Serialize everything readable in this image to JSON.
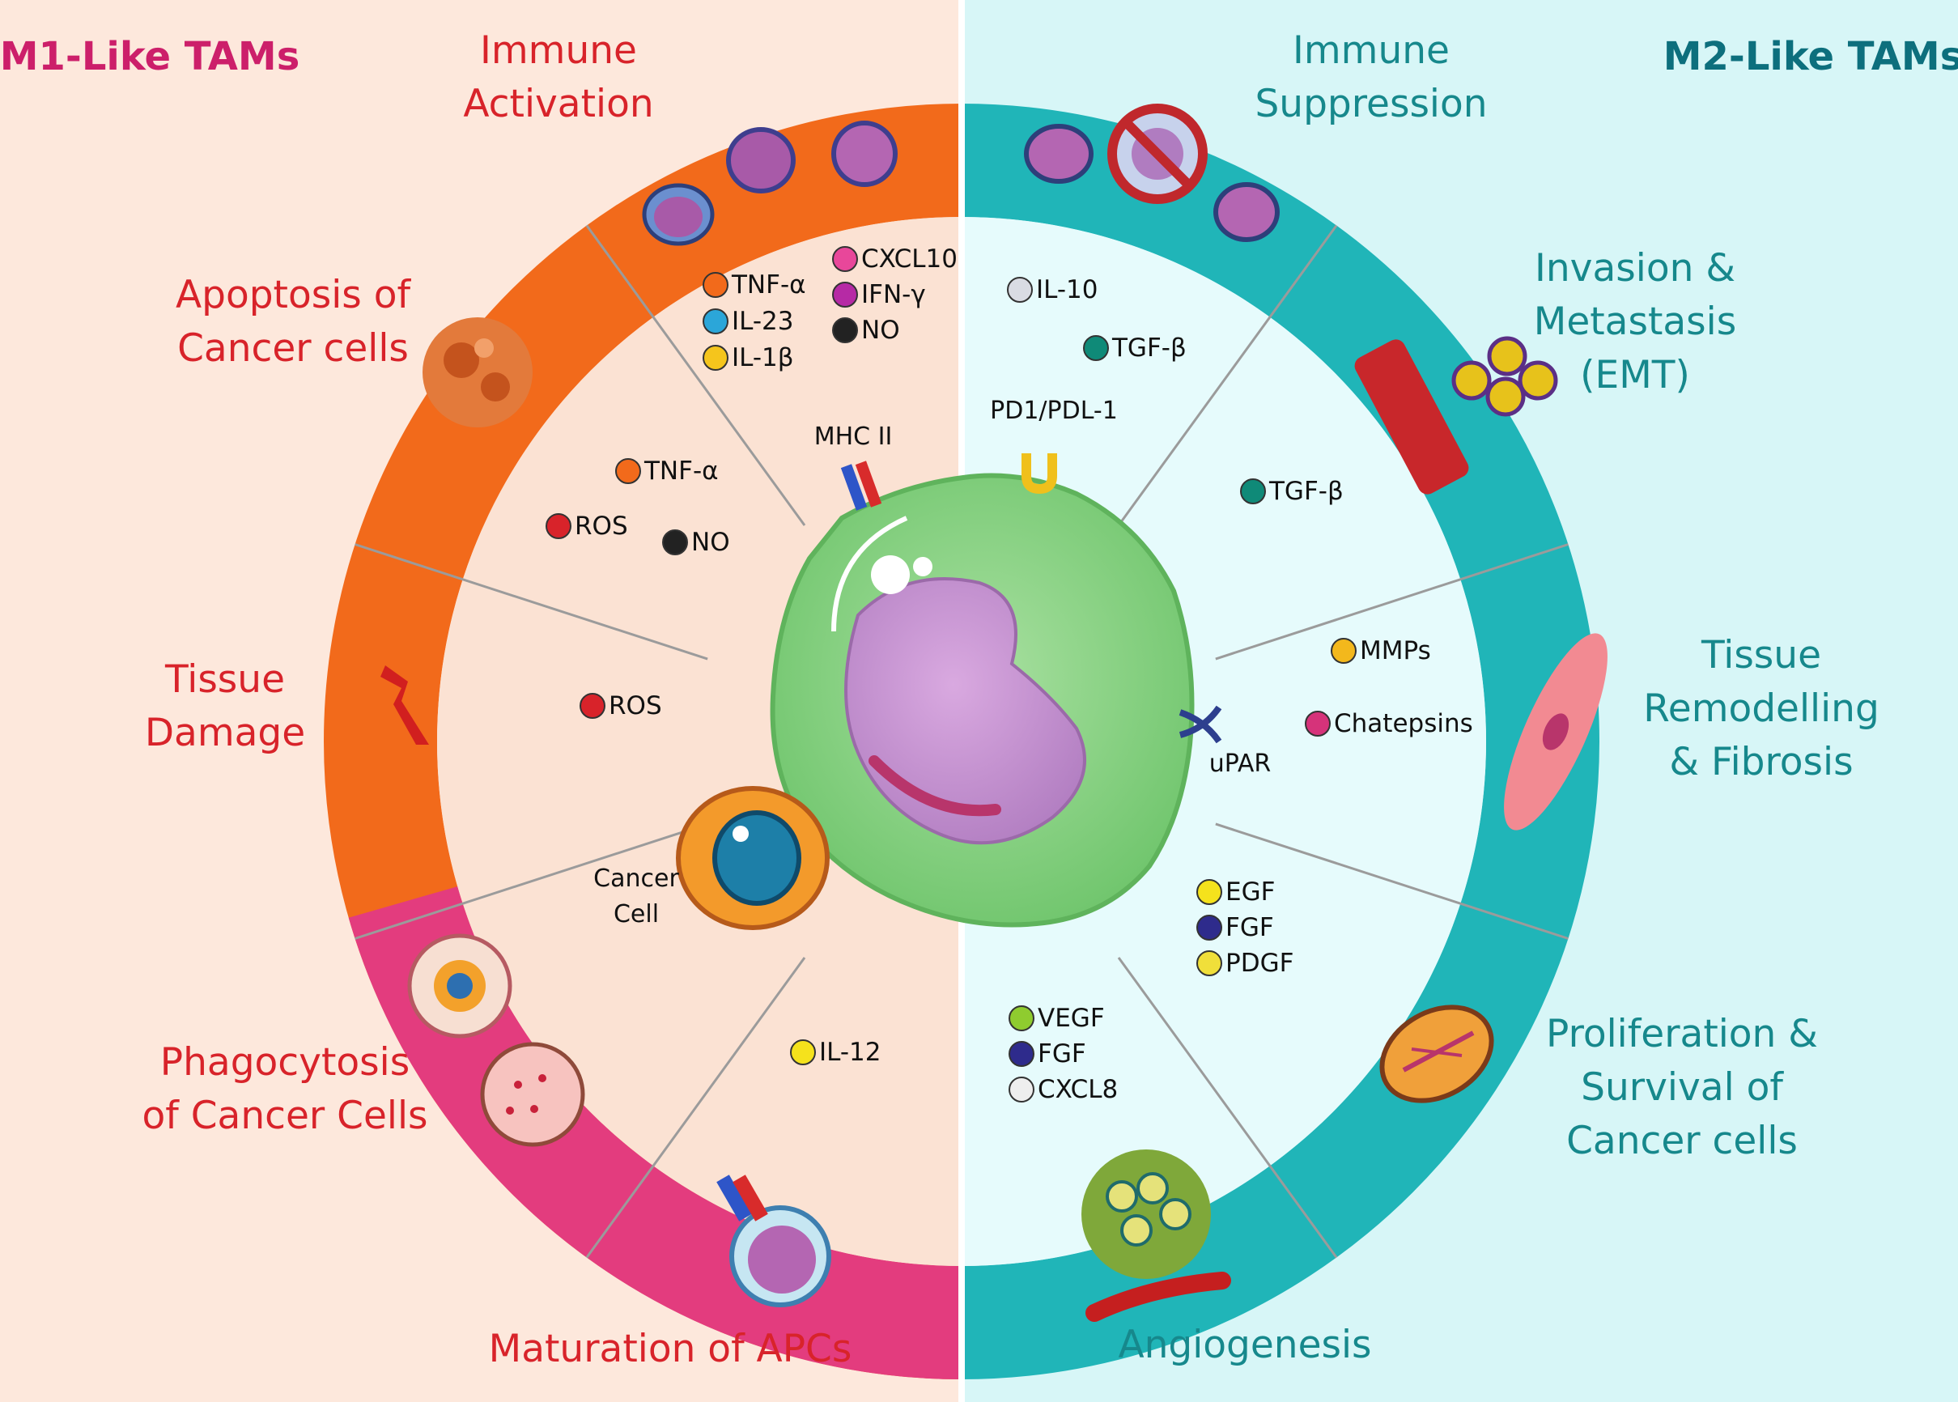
{
  "titles": {
    "left": "M1-Like TAMs",
    "right": "M2-Like TAMs"
  },
  "colors": {
    "left_bg": "#fde8dc",
    "right_bg": "#d7f6f7",
    "ring_orange": "#f26a1b",
    "ring_pink": "#e33c7e",
    "ring_teal": "#20b5b8",
    "title_left": "#cc1f6a",
    "title_right": "#0d6f7d",
    "label_left": "#d8232a",
    "label_right": "#16888c",
    "cell_green": "#8fd48a",
    "nucleus": "#c48fcf",
    "cancer_orange": "#f39a2b",
    "cancer_nucleus": "#1d7fa8"
  },
  "sectors": {
    "left": [
      {
        "label": "Immune\nActivation"
      },
      {
        "label": "Apoptosis of\nCancer cells"
      },
      {
        "label": "Tissue\nDamage"
      },
      {
        "label": "Phagocytosis\nof Cancer Cells"
      },
      {
        "label": "Maturation of APCs"
      }
    ],
    "right": [
      {
        "label": "Immune\nSuppression"
      },
      {
        "label": "Invasion &\nMetastasis\n(EMT)"
      },
      {
        "label": "Tissue\nRemodelling\n& Fibrosis"
      },
      {
        "label": "Proliferation &\nSurvival of\nCancer cells"
      },
      {
        "label": "Angiogenesis"
      }
    ]
  },
  "molecules": [
    {
      "label": "TNF-α",
      "color": "#f26a1b"
    },
    {
      "label": "IL-23",
      "color": "#2ba6d9"
    },
    {
      "label": "IL-1β",
      "color": "#f5c51c"
    },
    {
      "label": "CXCL10",
      "color": "#e8479a"
    },
    {
      "label": "IFN-γ",
      "color": "#b62aa5"
    },
    {
      "label": "NO",
      "color": "#222222"
    },
    {
      "label": "TNF-α",
      "color": "#f26a1b"
    },
    {
      "label": "ROS",
      "color": "#d8232a"
    },
    {
      "label": "NO",
      "color": "#222222"
    },
    {
      "label": "ROS",
      "color": "#d8232a"
    },
    {
      "label": "IL-12",
      "color": "#f5e21c"
    },
    {
      "label": "IL-10",
      "color": "#d9dbe3"
    },
    {
      "label": "TGF-β",
      "color": "#0f8a78"
    },
    {
      "label": "TGF-β",
      "color": "#0f8a78"
    },
    {
      "label": "MMPs",
      "color": "#f3b81c"
    },
    {
      "label": "Chatepsins",
      "color": "#d6337a"
    },
    {
      "label": "EGF",
      "color": "#f5e21c"
    },
    {
      "label": "FGF",
      "color": "#2e2b8c"
    },
    {
      "label": "PDGF",
      "color": "#f0df3a"
    },
    {
      "label": "VEGF",
      "color": "#8fcc2f"
    },
    {
      "label": "FGF",
      "color": "#2e2b8c"
    },
    {
      "label": "CXCL8",
      "color": "#eeeeee"
    }
  ],
  "cell_labels": {
    "mhc": "MHC II",
    "pd1": "PD1/PDL-1",
    "upar": "uPAR",
    "cancer": "Cancer\nCell"
  }
}
